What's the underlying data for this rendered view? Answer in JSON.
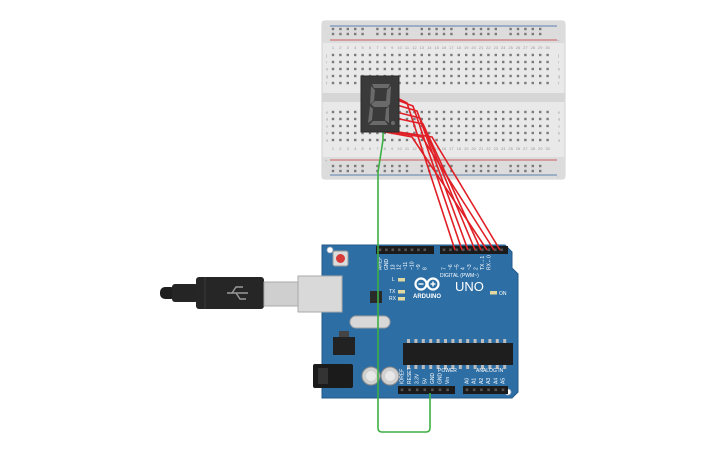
{
  "board": {
    "logo_text": "ARDUINO",
    "model": "UNO",
    "on_label": "ON",
    "digital_header": "DIGITAL (PWM~)",
    "analog_header": "ANALOG IN",
    "power_header": "POWER",
    "tx_label": "TX",
    "rx_label": "RX",
    "l_label": "L",
    "aref_label": "AREF",
    "gnd_label": "GND",
    "digital_pins": [
      "13",
      "12",
      "~11",
      "~10",
      "~9",
      "8",
      "7",
      "~6",
      "~5",
      "4",
      "~3",
      "2",
      "TX→1",
      "RX←0"
    ],
    "analog_pins": [
      "A0",
      "A1",
      "A2",
      "A3",
      "A4",
      "A5"
    ],
    "power_pins": [
      "IOREF",
      "RESET",
      "3.3V",
      "5V",
      "GND",
      "GND",
      "Vin"
    ]
  },
  "breadboard": {
    "column_numbers": [
      "1",
      "2",
      "3",
      "4",
      "5",
      "6",
      "7",
      "8",
      "9",
      "10",
      "11",
      "12",
      "13",
      "14",
      "15",
      "16",
      "17",
      "18",
      "19",
      "20",
      "21",
      "22",
      "23",
      "24",
      "25",
      "26",
      "27",
      "28",
      "29",
      "30"
    ],
    "row_letters_top": [
      "j",
      "i",
      "h",
      "g",
      "f"
    ],
    "row_letters_bottom": [
      "e",
      "d",
      "c",
      "b",
      "a"
    ],
    "rail_plus": "+",
    "rail_minus": "-"
  },
  "colors": {
    "board_blue": "#2d6ea5",
    "wire_red": "#e01f26",
    "wire_green": "#3cb043",
    "display_body": "#3a3a3a",
    "display_segment": "#6a6a6a",
    "breadboard": "#e9e9e9"
  },
  "icons": {
    "usb_cable": "usb-cable-icon",
    "seven_segment": "seven-segment-display-icon"
  }
}
